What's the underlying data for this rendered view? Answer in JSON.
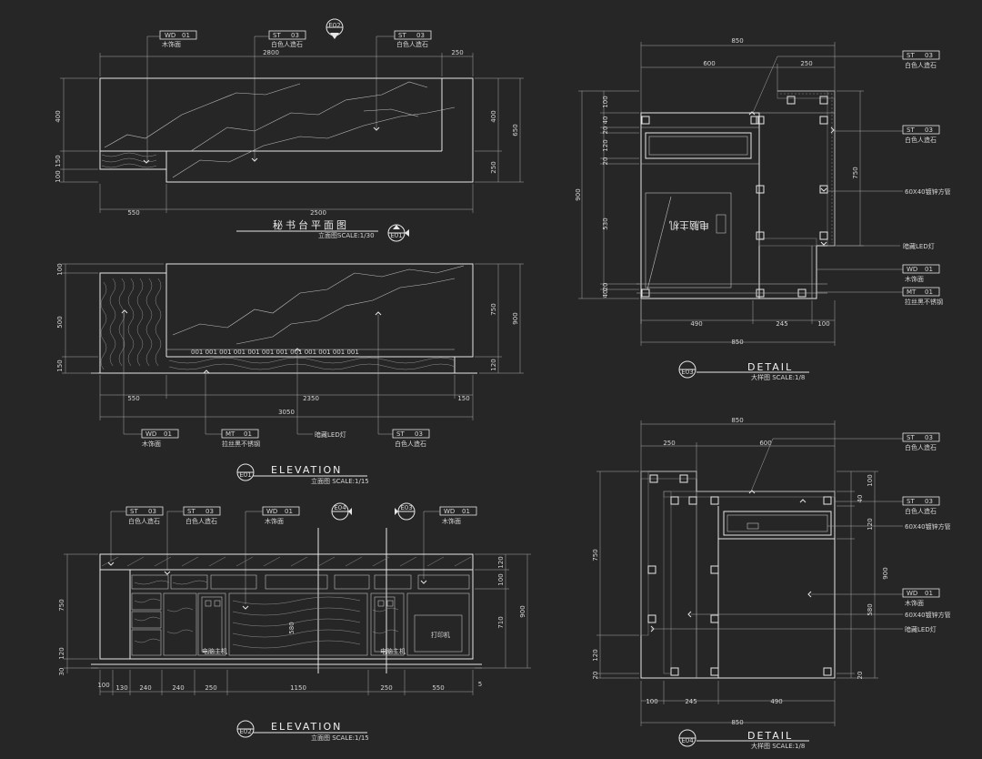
{
  "views": {
    "plan": {
      "title_cn": "秘书台平面图",
      "sub": "立面图SCALE:1/30",
      "index": "E01"
    },
    "elev1": {
      "title": "ELEVATION",
      "sub": "立面图   SCALE:1/15",
      "index": "E01"
    },
    "elev2": {
      "title": "ELEVATION",
      "sub": "立面图   SCALE:1/15",
      "index": "E02"
    },
    "detail1": {
      "title": "DETAIL",
      "sub": "大样图   SCALE:1/8",
      "index": "E03"
    },
    "detail2": {
      "title": "DETAIL",
      "sub": "大样图   SCALE:1/8",
      "index": "E04"
    },
    "top_marker": "E02"
  },
  "tags": {
    "wd01": {
      "code": "WD",
      "num": "01",
      "desc": "木饰面"
    },
    "st03": {
      "code": "ST",
      "num": "03",
      "desc": "白色人造石"
    },
    "mt01": {
      "code": "MT",
      "num": "01",
      "desc": "拉丝黑不锈钢"
    }
  },
  "notes": {
    "led": "暗藏LED灯",
    "tube": "60X40镀锌方管",
    "host": "电脑主机",
    "host_mirror": "电脑主机",
    "printer": "打印机",
    "marker_e04": "E04",
    "marker_e03": "E03"
  },
  "dims": {
    "plan_top": [
      "2800",
      "250"
    ],
    "plan_bottom": [
      "550",
      "2500"
    ],
    "plan_left": [
      "400",
      "150",
      "100"
    ],
    "plan_right": [
      "400",
      "650",
      "250"
    ],
    "e1_bottom": [
      "550",
      "2350",
      "150",
      "3050"
    ],
    "e1_left": [
      "100",
      "500",
      "150"
    ],
    "e1_right": [
      "750",
      "900",
      "120"
    ],
    "e1_led_labels": [
      "001",
      "001",
      "001",
      "001",
      "001",
      "001",
      "001",
      "001",
      "001",
      "001",
      "001",
      "001"
    ],
    "e2_bottom": [
      "100",
      "130",
      "240",
      "240",
      "250",
      "1150",
      "250",
      "550",
      "5"
    ],
    "e2_left": [
      "750",
      "120",
      "30"
    ],
    "e2_right": [
      "120",
      "100",
      "710",
      "900"
    ],
    "e2_mid": "580",
    "d1_top": [
      "850",
      "600",
      "250"
    ],
    "d1_bottom": [
      "490",
      "245",
      "100",
      "850"
    ],
    "d1_left": [
      "100",
      "40",
      "20",
      "120",
      "20",
      "530",
      "20",
      "40",
      "900"
    ],
    "d1_right": [
      "750"
    ],
    "d2_top": [
      "850",
      "250",
      "600"
    ],
    "d2_bottom": [
      "100",
      "245",
      "490",
      "850"
    ],
    "d2_left": [
      "750",
      "120",
      "20"
    ],
    "d2_right": [
      "100",
      "40",
      "120",
      "900",
      "580",
      "20"
    ]
  }
}
